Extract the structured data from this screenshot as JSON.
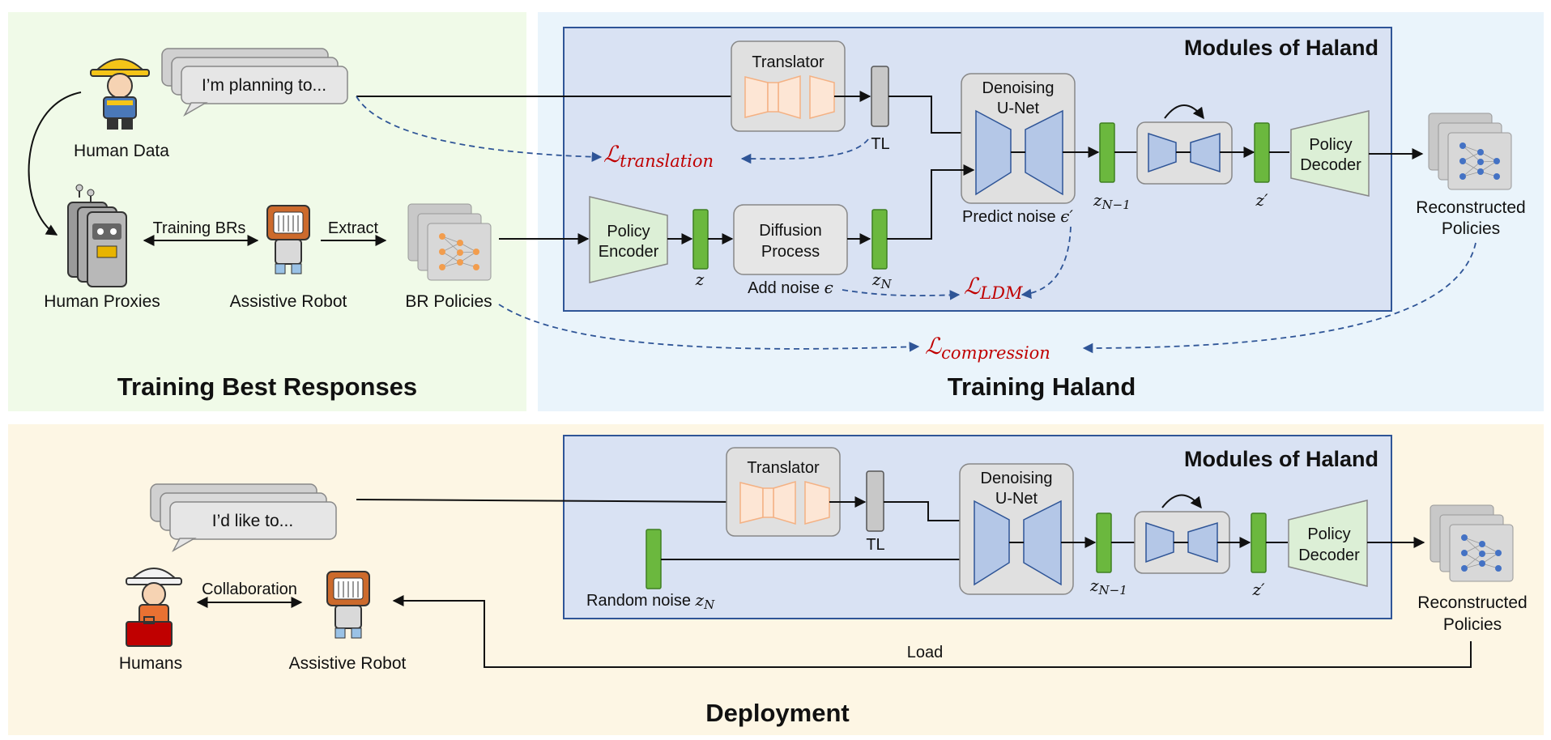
{
  "sections": {
    "training_br_title": "Training Best Responses",
    "training_haland_title": "Training Haland",
    "deployment_title": "Deployment"
  },
  "modules_title_top": "Modules of Haland",
  "modules_title_bottom": "Modules of Haland",
  "speech": {
    "top": "I’m planning to...",
    "bottom": "I’d like to..."
  },
  "labels": {
    "human_data": "Human Data",
    "human_proxies": "Human Proxies",
    "assistive_robot": "Assistive Robot",
    "br_policies": "BR Policies",
    "training_brs": "Training BRs",
    "extract": "Extract",
    "reconstructed_l1": "Reconstructed",
    "reconstructed_l2": "Policies",
    "humans": "Humans",
    "assistive_robot_dep": "Assistive Robot",
    "collaboration": "Collaboration",
    "load": "Load"
  },
  "modules": {
    "translator": "Translator",
    "tl": "TL",
    "denoising_l1": "Denoising",
    "denoising_l2": "U-Net",
    "predict_noise": "Predict noise",
    "predict_noise_sym": "ϵ′",
    "policy_encoder_l1": "Policy",
    "policy_encoder_l2": "Encoder",
    "policy_decoder_l1": "Policy",
    "policy_decoder_l2": "Decoder",
    "diffusion_l1": "Diffusion",
    "diffusion_l2": "Process",
    "add_noise": "Add noise",
    "add_noise_sym": "ϵ",
    "random_noise": "Random noise",
    "z": "z",
    "zn_main": "z",
    "zn_sub": "N",
    "zn1_main": "z",
    "zn1_sub": "N−1",
    "zprime": "z′"
  },
  "losses": {
    "translation": "translation",
    "ldm": "LDM",
    "compression": "compression",
    "symbol": "ℒ"
  },
  "colors": {
    "green_bg": "#f0fae8",
    "blue_bg": "#eaf4fb",
    "yellow_bg": "#fdf6e4",
    "module_fill": "#d9e2f3",
    "module_stroke": "#2f5597",
    "latent_green": "#6bb83e",
    "unet_blue": "#b4c7e7",
    "translator_orange": "#fde6d5",
    "loss_red": "#c00000",
    "arrow_dash": "#2f5597"
  }
}
